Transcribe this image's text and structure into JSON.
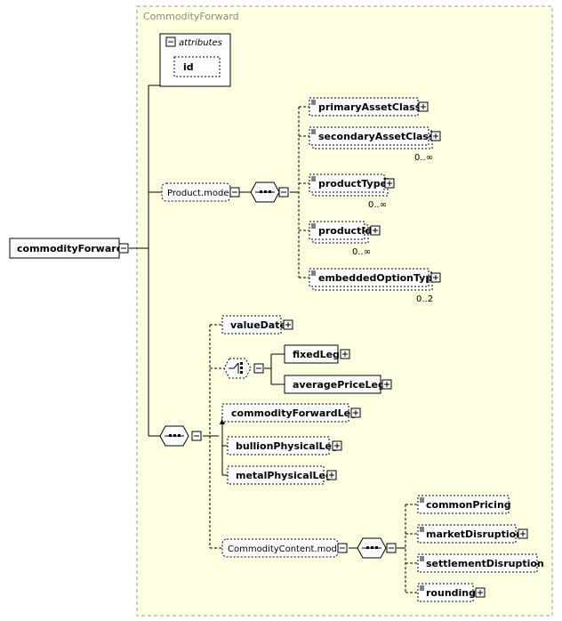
{
  "diagram": {
    "container_label": "CommodityForward",
    "root": "commodityForward",
    "attributes": {
      "title": "attributes",
      "id": "id"
    },
    "product_model": {
      "label": "Product.model",
      "elements": [
        {
          "name": "primaryAssetClass",
          "occurs": ""
        },
        {
          "name": "secondaryAssetClass",
          "occurs": "0..∞"
        },
        {
          "name": "productType",
          "occurs": "0..∞"
        },
        {
          "name": "productId",
          "occurs": "0..∞"
        },
        {
          "name": "embeddedOptionType",
          "occurs": "0..2"
        }
      ]
    },
    "value_date": "valueDate",
    "choice": [
      "fixedLeg",
      "averagePriceLeg"
    ],
    "legs": [
      "commodityForwardLeg",
      "bullionPhysicalLeg",
      "metalPhysicalLeg"
    ],
    "commodity_content": {
      "label": "CommodityContent.model",
      "elements": [
        "commonPricing",
        "marketDisruption",
        "settlementDisruption",
        "rounding"
      ]
    }
  },
  "colors": {
    "container_bg": "#ffffe1",
    "container_border": "#999999",
    "node_border": "#000000",
    "line": "#000000"
  }
}
